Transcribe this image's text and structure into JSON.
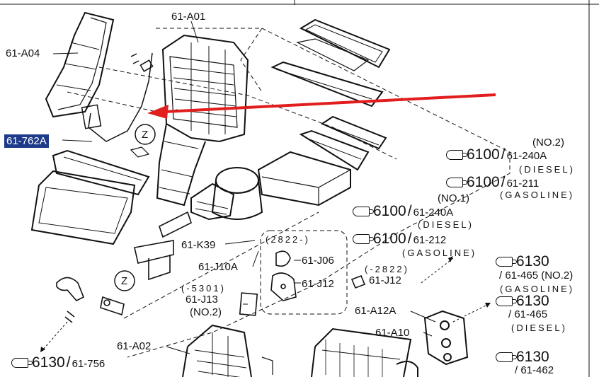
{
  "labels": {
    "a01": "61-A01",
    "a04": "61-A04",
    "p762a": "61-762A",
    "z": "Z",
    "k39": "61-K39",
    "j10a": "61-J10A",
    "bracket_top": "(2822-)",
    "j06": "61-J06",
    "j12_inner": "61-J12",
    "j12_outer_date": "(-2822)",
    "j12_outer": "61-J12",
    "j13_date": "(-5301)",
    "j13": "61-J13",
    "j13_note": "(NO.2)",
    "a12a": "61-A12A",
    "a10": "61-A10",
    "a02": "61-A02"
  },
  "refs": [
    {
      "note": "(NO.2)",
      "main": "6100",
      "sub": "61-240A",
      "cond": "(DIESEL)"
    },
    {
      "main": "6100",
      "sub": "61-211",
      "cond": "(GASOLINE)"
    },
    {
      "note": "(NO.1)",
      "main": "6100",
      "sub": "61-240A",
      "cond": "(DIESEL)"
    },
    {
      "main": "6100",
      "sub": "61-212",
      "cond": "(GASOLINE)"
    },
    {
      "main": "6130",
      "sub": "61-465",
      "note": "(NO.2)",
      "cond": "(GASOLINE)"
    },
    {
      "main": "6130",
      "sub": "61-465",
      "cond": "(DIESEL)"
    },
    {
      "main": "6130",
      "sub": "61-462"
    },
    {
      "main": "6130",
      "sub": "61-756"
    }
  ],
  "colors": {
    "highlight": "#1e3a8a",
    "arrow": "#e11d1d",
    "ink": "#111111"
  }
}
